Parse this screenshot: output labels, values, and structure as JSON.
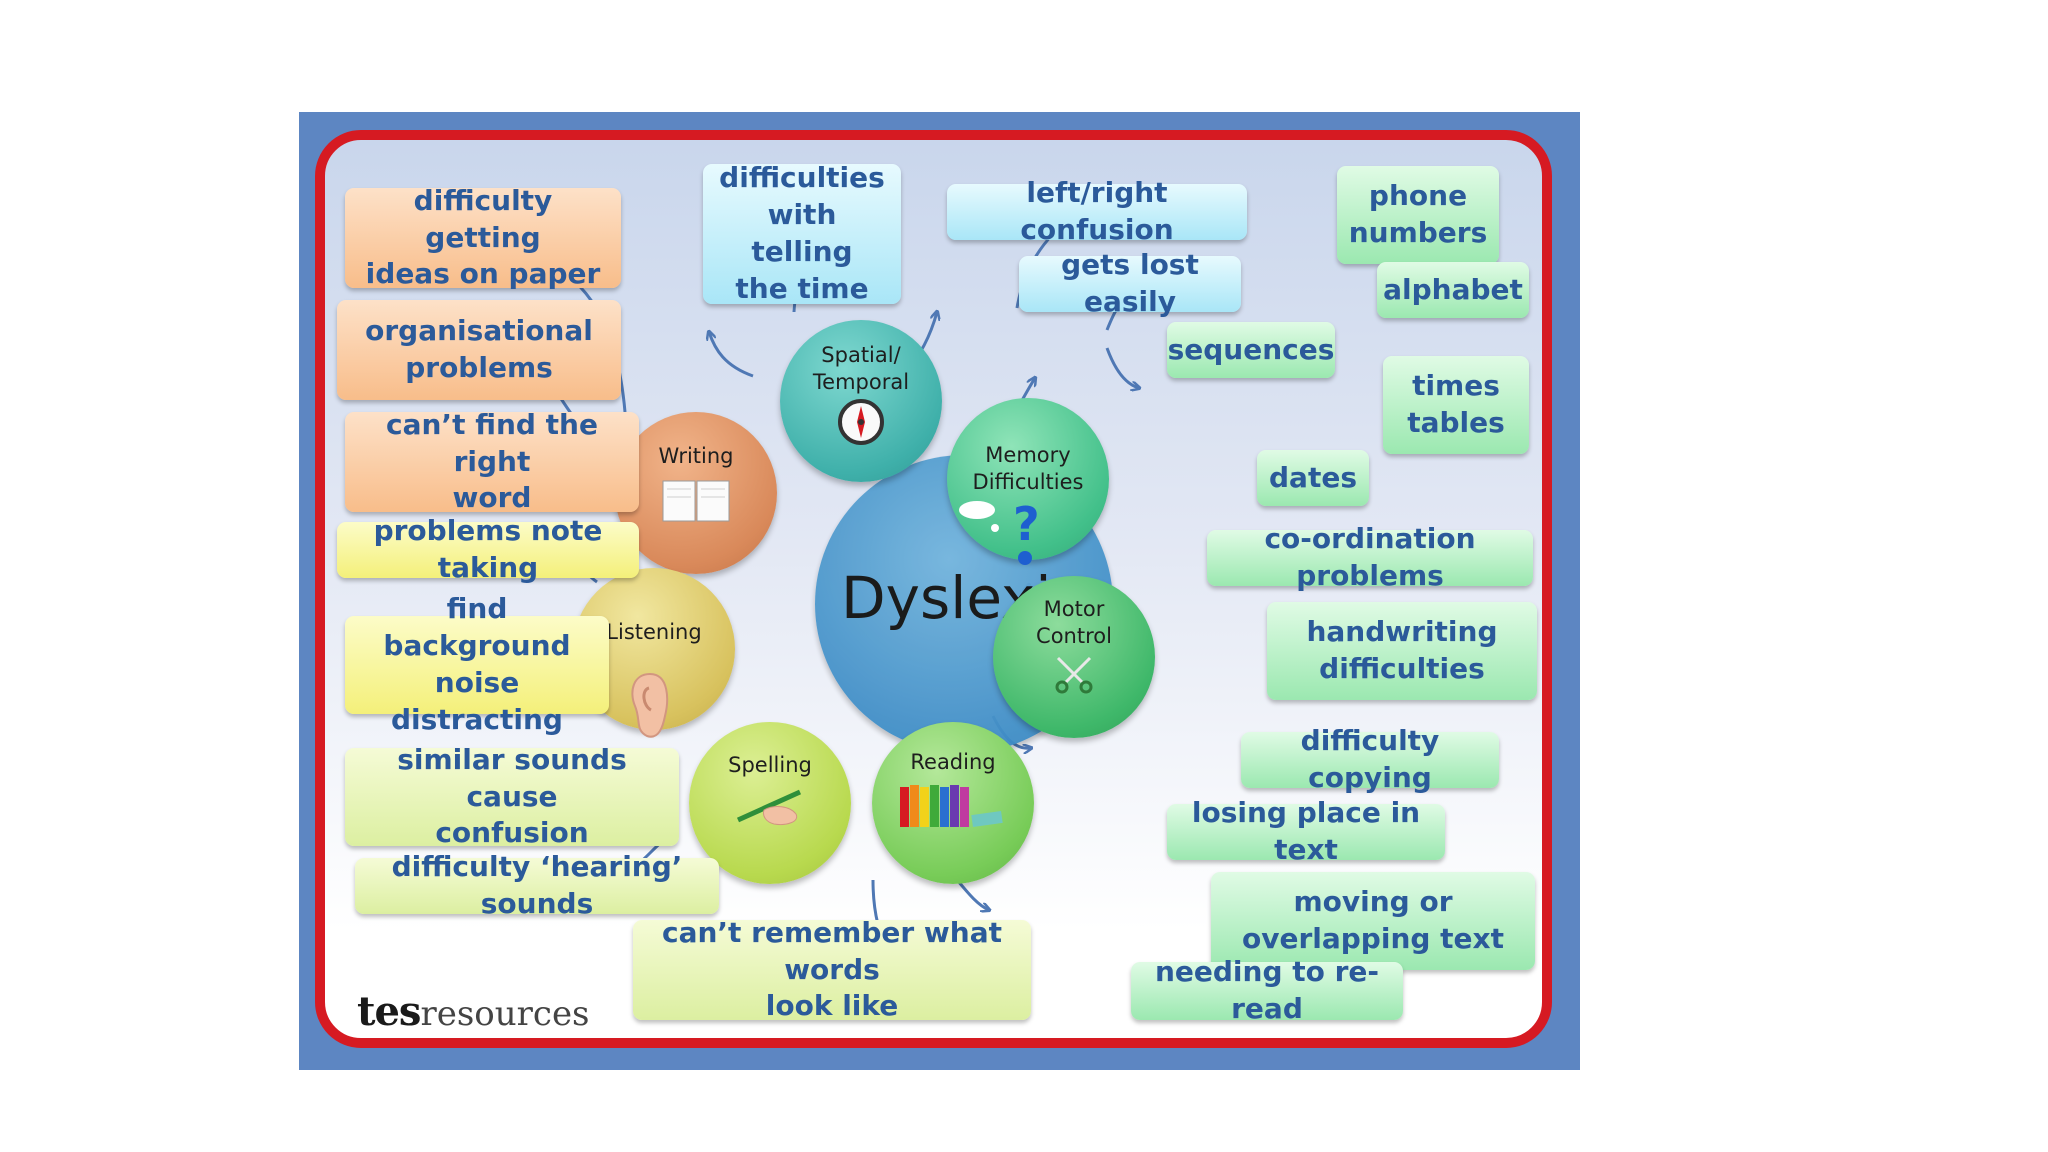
{
  "center_label": "Dyslexia",
  "categories": {
    "writing": {
      "label": "Writing",
      "icon": "book-icon"
    },
    "spatial": {
      "line1": "Spatial/",
      "line2": "Temporal",
      "icon": "compass-icon"
    },
    "memory": {
      "line1": "Memory",
      "line2": "Difficulties",
      "icon": "question-mark-icon"
    },
    "listening": {
      "label": "Listening",
      "icon": "ear-icon"
    },
    "motor": {
      "line1": "Motor",
      "line2": "Control",
      "icon": "scissors-icon"
    },
    "spelling": {
      "label": "Spelling",
      "icon": "pencil-hand-icon"
    },
    "reading": {
      "label": "Reading",
      "icon": "books-icon"
    }
  },
  "items": {
    "ideas_on_paper": [
      "difficulty getting",
      "ideas on paper"
    ],
    "organisational": [
      "organisational",
      "problems"
    ],
    "right_word": [
      "can’t find the right",
      "word"
    ],
    "note_taking": [
      "problems note taking"
    ],
    "background_noise": [
      "find background",
      "noise distracting"
    ],
    "telling_time": [
      "difficulties",
      "with telling",
      "the time"
    ],
    "left_right": [
      "left/right confusion"
    ],
    "gets_lost": [
      "gets lost easily"
    ],
    "phone_numbers": [
      "phone",
      "numbers"
    ],
    "sequences": [
      "sequences"
    ],
    "alphabet": [
      "alphabet"
    ],
    "times_tables": [
      "times",
      "tables"
    ],
    "dates": [
      "dates"
    ],
    "coordination": [
      "co-ordination problems"
    ],
    "handwriting": [
      "handwriting",
      "difficulties"
    ],
    "copying": [
      "difficulty copying"
    ],
    "similar_sounds": [
      "similar sounds cause",
      "confusion"
    ],
    "hearing_sounds": [
      "difficulty ‘hearing’ sounds"
    ],
    "remember_words": [
      "can’t remember what words",
      "look like"
    ],
    "losing_place": [
      "losing place in text"
    ],
    "moving_text": [
      "moving or",
      "overlapping text"
    ],
    "re_read": [
      "needing to re-read"
    ]
  },
  "logo": {
    "brand": "tes",
    "suffix": "resources"
  },
  "colors": {
    "frame": "#5d86c2",
    "border": "#d61a22",
    "text": "#2b5a9a",
    "arrow": "#4f78b4",
    "writing": "#d9895a",
    "spatial": "#3fb0aa",
    "memory": "#42c08a",
    "listening": "#d8c25e",
    "motor": "#3fb86a",
    "spelling": "#b8d94e",
    "reading": "#78cc58"
  }
}
